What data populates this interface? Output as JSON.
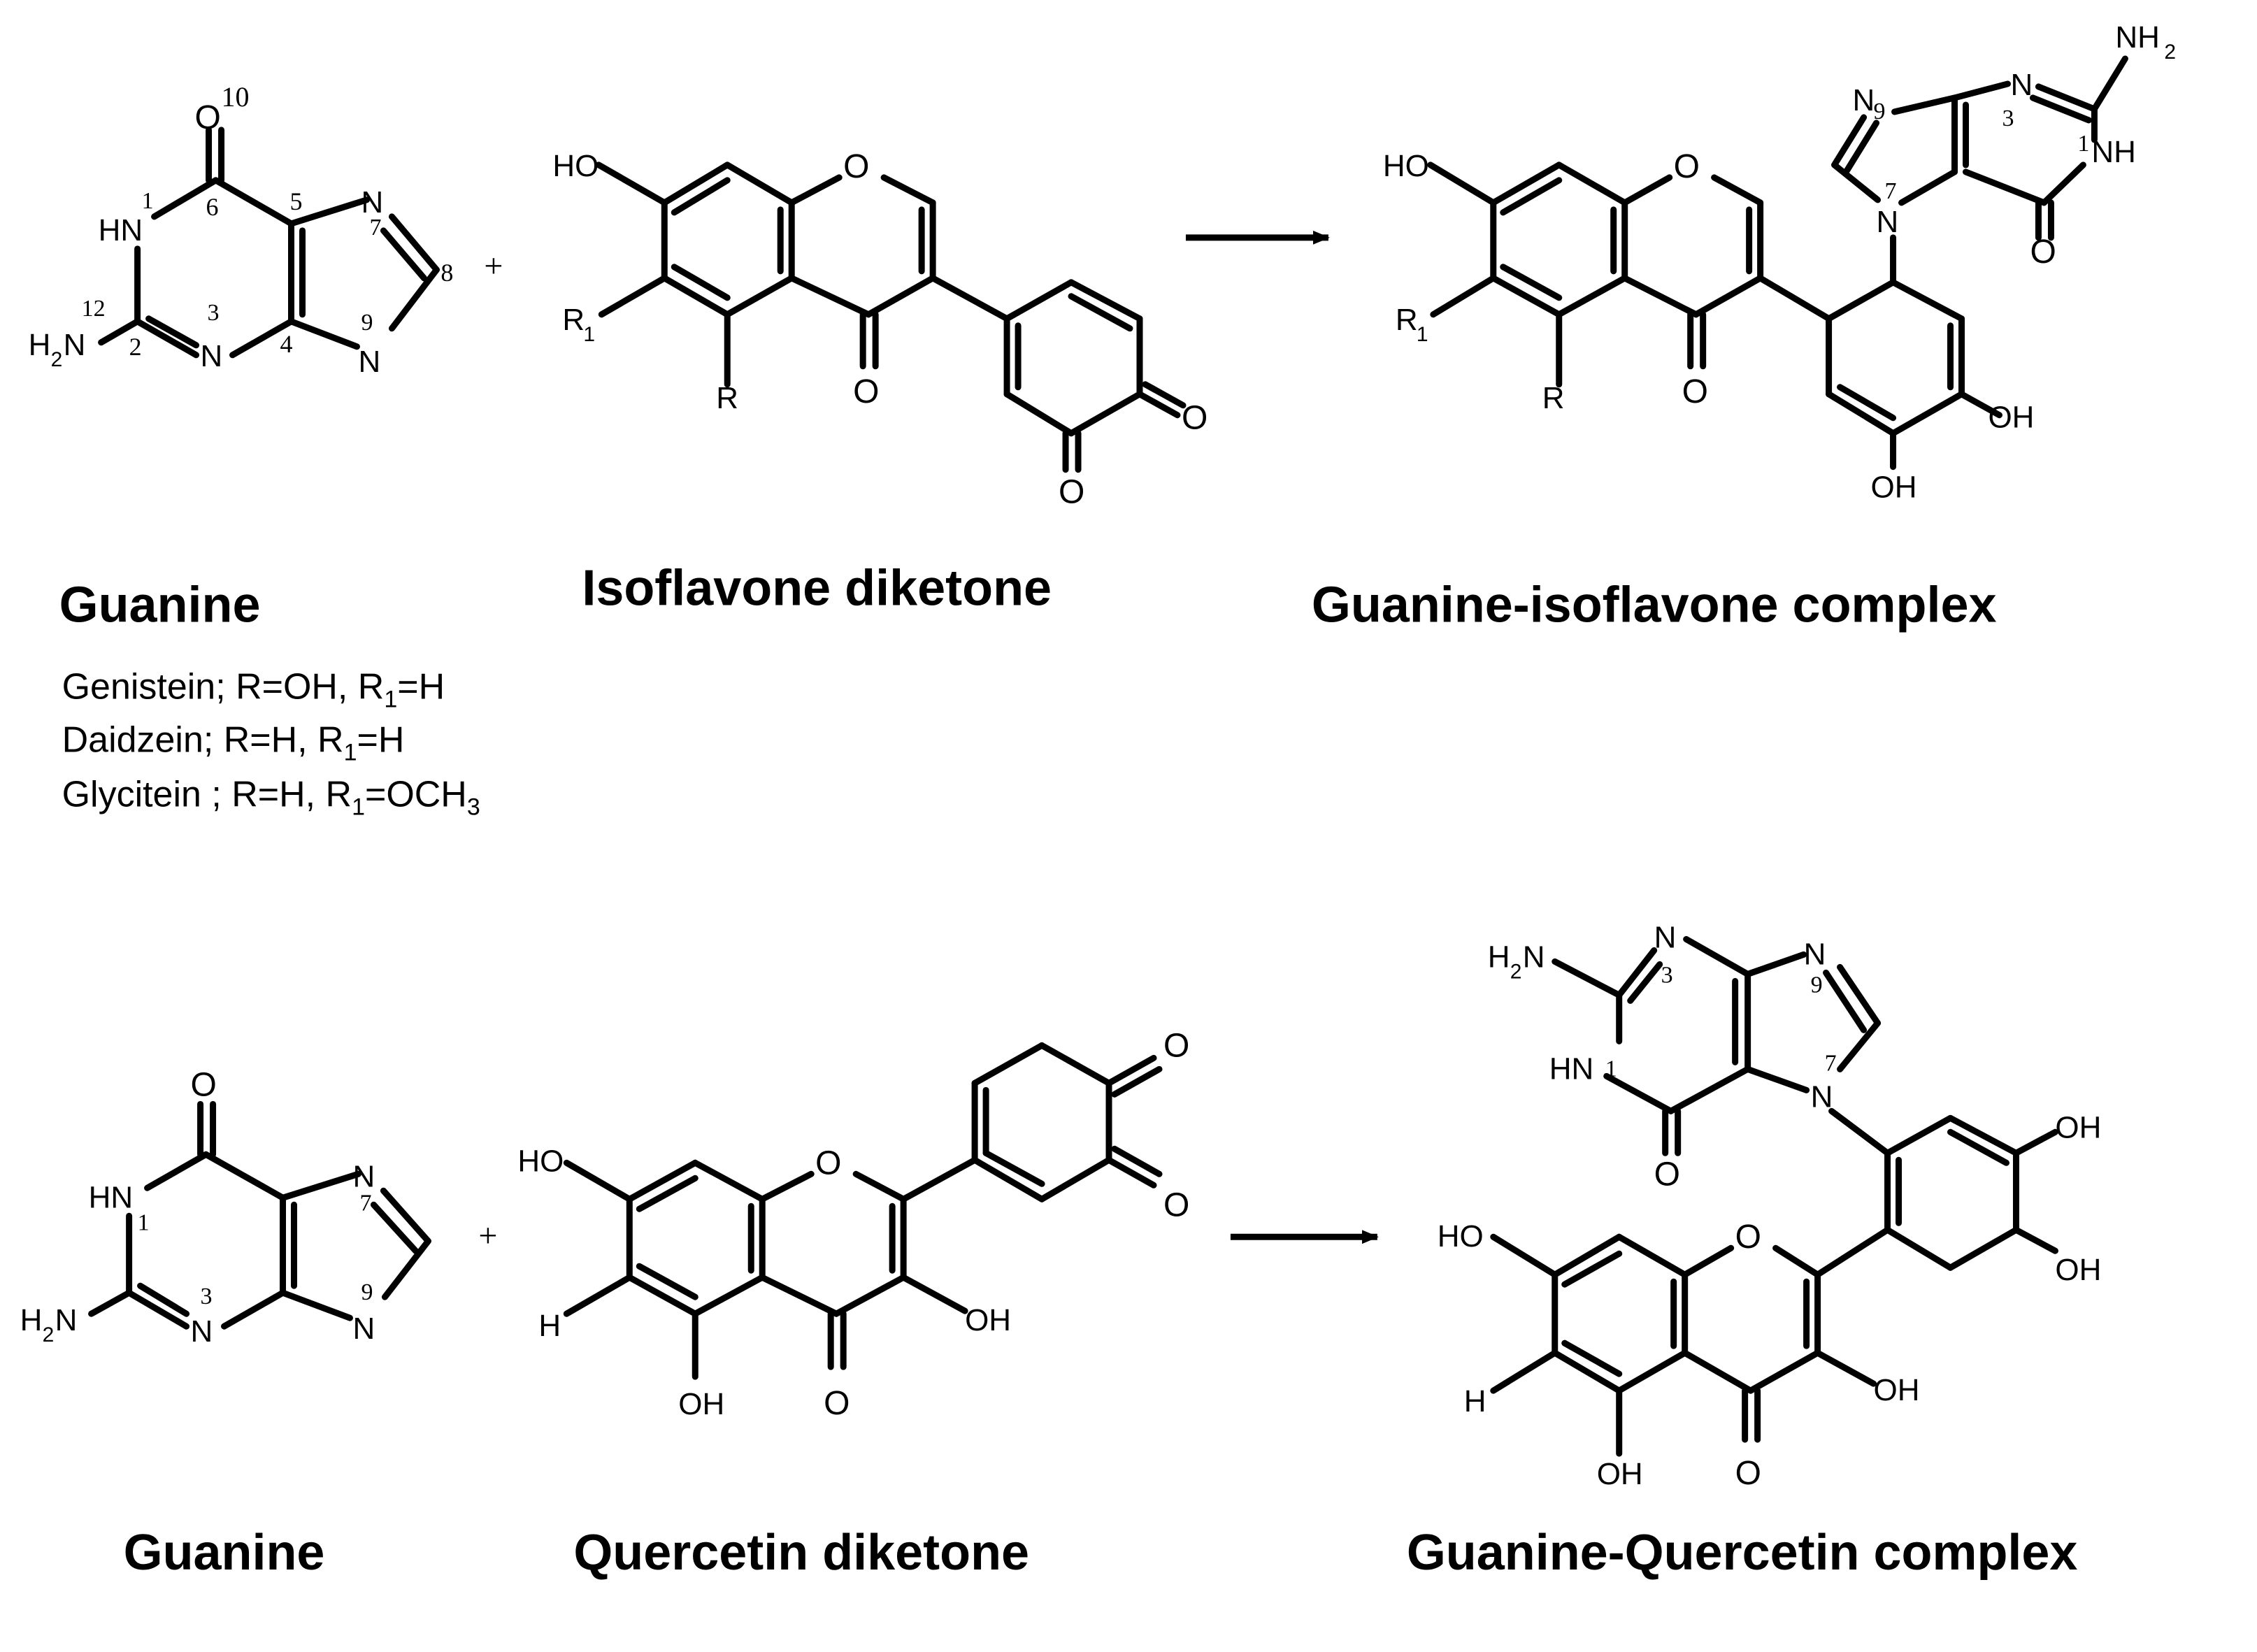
{
  "colors": {
    "ink": "#000000",
    "background": "#ffffff"
  },
  "atoms": {
    "O": "O",
    "N": "N",
    "NH": "NH",
    "HN": "HN",
    "H": "H",
    "R": "R",
    "R1_R": "R",
    "R1_sub": "1",
    "NH2_N": "NH",
    "NH2_sub": "2",
    "H2N_H": "H",
    "H2N_sub": "2",
    "H2N_N": "N",
    "HO": "HO",
    "OH": "OH",
    "plus": "+"
  },
  "numbers": {
    "n1": "1",
    "n2": "2",
    "n3": "3",
    "n4": "4",
    "n5": "5",
    "n6": "6",
    "n7": "7",
    "n8": "8",
    "n9": "9",
    "n10": "10",
    "n12": "12"
  },
  "titles": {
    "guanine_top": "Guanine",
    "isoflavone_diketone": "Isoflavone diketone",
    "guanine_isoflavone_complex": "Guanine-isoflavone complex",
    "guanine_bottom": "Guanine",
    "quercetin_diketone": "Quercetin diketone",
    "guanine_quercetin_complex": "Guanine-Quercetin complex"
  },
  "substituent_legend": [
    {
      "name": "Genistein",
      "sep": ";",
      "r": " R=OH, R",
      "sub1": "1",
      "r1": "=H",
      "sub2": ""
    },
    {
      "name": "Daidzein",
      "sep": ";",
      "r": " R=H, R",
      "sub1": "1",
      "r1": "=H",
      "sub2": ""
    },
    {
      "name": "Glycitein",
      "sep": " ;",
      "r": " R=H, R",
      "sub1": "1",
      "r1": "=OCH",
      "sub2": "3"
    }
  ]
}
